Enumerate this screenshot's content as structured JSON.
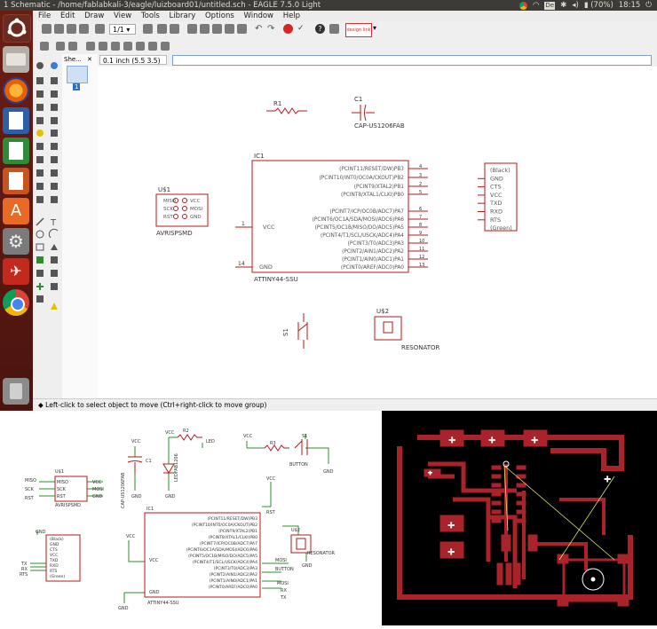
{
  "window": {
    "title": "1 Schematic - /home/fablabkali-3/eagle/luizboard01/untitled.sch - EAGLE 7.5.0 Light",
    "battery": "(70%)",
    "clock": "18:15"
  },
  "menu": [
    "File",
    "Edit",
    "Draw",
    "View",
    "Tools",
    "Library",
    "Options",
    "Window",
    "Help"
  ],
  "toolbar": {
    "sheet_select": "1/1",
    "design_link": "design link"
  },
  "sheets": {
    "header": "She...",
    "sheet_number": "1"
  },
  "command": {
    "grid": "0.1 inch (5.5 3.5)",
    "input": ""
  },
  "status": {
    "message": "Left-click to select object to move (Ctrl+right-click to move group)"
  },
  "schematic": {
    "r1": "R1",
    "c1": "C1",
    "c1_value": "CAP-US1206FAB",
    "ic1": "IC1",
    "ic1_value": "ATTINY44-SSU",
    "ic_pins_right": [
      "(PCINT11/RESET/DW)PB3",
      "(PCINT10/INT0/OC0A/CKOUT)PB2",
      "(PCINT9/XTAL2)PB1",
      "(PCINT8/XTAL1/CLKI)PB0",
      "(PCINT7/ICP/OC0B/ADC7)PA7",
      "(PCINT6/OC1A/SDA/MOSI/ADC6)PA6",
      "(PCINT5/OC1B/MISO/DO/ADC5)PA5",
      "(PCINT4/T1/SCL/USCK/ADC4)PA4",
      "(PCINT3/T0/ADC3)PA3",
      "(PCINT2/AIN1/ADC2)PA2",
      "(PCINT1/AIN0/ADC1)PA1",
      "(PCINT0/AREF/ADC0)PA0"
    ],
    "ic_pin_numbers_right": [
      "4",
      "3",
      "2",
      "5",
      "6",
      "7",
      "8",
      "9",
      "10",
      "11",
      "12",
      "13"
    ],
    "ic_vcc": "VCC",
    "ic_gnd": "GND",
    "ic_vcc_pin": "1",
    "ic_gnd_pin": "14",
    "u1": "U$1",
    "u1_value": "AVRISPSMD",
    "u1_pins_left": [
      "MISO",
      "SCK",
      "RST"
    ],
    "u1_pins_right": [
      "VCC",
      "MOSI",
      "GND"
    ],
    "ftdi_pins": [
      "(Black)",
      "GND",
      "CTS",
      "VCC",
      "TXD",
      "RXD",
      "RTS",
      "(Green)"
    ],
    "s1": "S1",
    "u2": "U$2",
    "u2_value": "RESONATOR"
  },
  "sch2": {
    "u1": "U$1",
    "u1_value": "AVRISPSMD",
    "u1_left": [
      "MISO",
      "SCK",
      "RST"
    ],
    "u1_right": [
      "VCC",
      "MOSI",
      "GND"
    ],
    "net_miso": "MISO",
    "net_sck": "SCK",
    "net_rst": "RST",
    "vcc": "VCC",
    "gnd": "GND",
    "c1_value": "CAP-US1206FAB",
    "c1": "C1",
    "r2": "R2",
    "led_label": "LED",
    "led_value": "LEDFAB1206",
    "r3": "R3",
    "s1": "S1",
    "button": "BUTTON",
    "ic1": "IC1",
    "ic1_value": "ATTINY44-SSU",
    "ic_pins": [
      "(PCINT11/RESET/DW)PB3",
      "(PCINT10/INT0/OC0A/CKOUT)PB2",
      "(PCINT9/XTAL2)PB1",
      "(PCINT8/XTAL1/CLKI)PB0",
      "(PCINT7/ICP/OC0B/ADC7)PA7",
      "(PCINT6/OC1A/SDA/MOSI/ADC6)PA6",
      "(PCINT5/OC1B/MISO/DO/ADC5)PA5",
      "(PCINT4/T1/SCL/USCK/ADC4)PA4",
      "(PCINT3/T0/ADC3)PA3",
      "(PCINT2/AIN1/ADC2)PA2",
      "(PCINT1/AIN0/ADC1)PA1",
      "(PCINT0/AREF/ADC0)PA0"
    ],
    "ic_vcc": "VCC",
    "ic_gnd": "GND",
    "rst_net": "RST",
    "u2": "U$2",
    "resonator": "RESONATOR",
    "mosi": "MOSI",
    "rx": "RX",
    "tx": "TX",
    "button_net": "BUTTON",
    "ftdi_pins": [
      "(Black)",
      "GND",
      "CTS",
      "VCC",
      "TXD",
      "RXD",
      "RTS",
      "(Green)"
    ],
    "ftdi_nets": [
      "TX",
      "RX",
      "RTS"
    ]
  },
  "colors": {
    "launcher": "#5a1a13",
    "schematic_red": "#b11b1b",
    "schematic_green": "#2e8b2e",
    "pcb_copper": "#a8232a",
    "pcb_bg": "#000000"
  }
}
